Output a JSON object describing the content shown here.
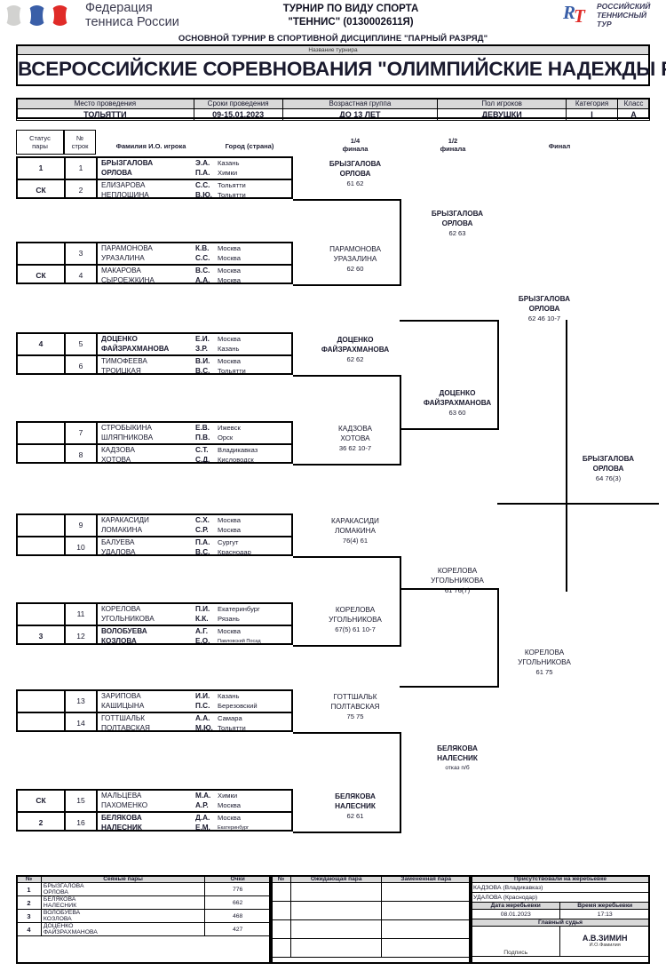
{
  "header": {
    "federation_line1": "Федерация",
    "federation_line2": "тенниса России",
    "sport_title_line1": "ТУРНИР ПО ВИДУ СПОРТА",
    "sport_title_line2": "\"ТЕННИС\" (0130002611Я)",
    "rtt_logo_r": "R",
    "rtt_logo_t": "T",
    "rtt_line1": "РОССИЙСКИЙ",
    "rtt_line2": "ТЕННИСНЫЙ",
    "rtt_line3": "ТУР",
    "colors": {
      "ball_gray": "#d2d2d0",
      "ball_blue": "#3a5fa8",
      "ball_red": "#e02b28",
      "header_band": "#d9d9d9"
    }
  },
  "discipline": "ОСНОВНОЙ ТУРНИР В СПОРТИВНОЙ ДИСЦИПЛИНЕ \"ПАРНЫЙ РАЗРЯД\"",
  "title": {
    "caption": "Название турнира",
    "name": "ВСЕРОССИЙСКИЕ СОРЕВНОВАНИЯ \"ОЛИМПИЙСКИЕ НАДЕЖДЫ РОССИИ\""
  },
  "info_table": {
    "headers": [
      "Место проведения",
      "Сроки проведения",
      "Возрастная группа",
      "Пол игроков",
      "Категория",
      "Класс"
    ],
    "values": [
      "ТОЛЬЯТТИ",
      "09-15.01.2023",
      "ДО 13 ЛЕТ",
      "ДЕВУШКИ",
      "I",
      "A"
    ]
  },
  "bracket_headers": {
    "status": "Статус\nпары",
    "status_l1": "Статус",
    "status_l2": "пары",
    "rowno_l1": "№",
    "rowno_l2": "строк",
    "player_name": "Фамилия И.О. игрока",
    "city": "Город (страна)",
    "quarter_l1": "1/4",
    "quarter_l2": "финала",
    "semi_l1": "1/2",
    "semi_l2": "финала",
    "final": "Финал"
  },
  "entries": [
    {
      "status": "1",
      "no": "1",
      "bold": true,
      "p1": {
        "surname": "БРЫЗГАЛОВА",
        "initials": "Э.А.",
        "city": "Казань"
      },
      "p2": {
        "surname": "ОРЛОВА",
        "initials": "П.А.",
        "city": "Химки"
      }
    },
    {
      "status": "СК",
      "no": "2",
      "bold": false,
      "p1": {
        "surname": "ЕЛИЗАРОВА",
        "initials": "С.С.",
        "city": "Тольятти"
      },
      "p2": {
        "surname": "НЕПЛОШИНА",
        "initials": "В.Ю.",
        "city": "Тольятти"
      }
    },
    {
      "status": "",
      "no": "3",
      "bold": false,
      "p1": {
        "surname": "ПАРАМОНОВА",
        "initials": "К.В.",
        "city": "Москва"
      },
      "p2": {
        "surname": "УРАЗАЛИНА",
        "initials": "С.С.",
        "city": "Москва"
      }
    },
    {
      "status": "СК",
      "no": "4",
      "bold": false,
      "p1": {
        "surname": "МАКАРОВА",
        "initials": "В.С.",
        "city": "Москва"
      },
      "p2": {
        "surname": "СЫРОЕЖКИНА",
        "initials": "А.А.",
        "city": "Москва"
      }
    },
    {
      "status": "4",
      "no": "5",
      "bold": true,
      "p1": {
        "surname": "ДОЦЕНКО",
        "initials": "Е.И.",
        "city": "Москва"
      },
      "p2": {
        "surname": "ФАЙЗРАХМАНОВА",
        "initials": "З.Р.",
        "city": "Казань"
      }
    },
    {
      "status": "",
      "no": "6",
      "bold": false,
      "p1": {
        "surname": "ТИМОФЕЕВА",
        "initials": "В.И.",
        "city": "Москва"
      },
      "p2": {
        "surname": "ТРОИЦКАЯ",
        "initials": "В.С.",
        "city": "Тольятти"
      }
    },
    {
      "status": "",
      "no": "7",
      "bold": false,
      "p1": {
        "surname": "СТРОБЫКИНА",
        "initials": "Е.В.",
        "city": "Ижевск"
      },
      "p2": {
        "surname": "ШЛЯПНИКОВА",
        "initials": "П.В.",
        "city": "Орск"
      }
    },
    {
      "status": "",
      "no": "8",
      "bold": false,
      "p1": {
        "surname": "КАДЗОВА",
        "initials": "С.Т.",
        "city": "Владикавказ"
      },
      "p2": {
        "surname": "ХОТОВА",
        "initials": "С.Д.",
        "city": "Кисловодск"
      }
    },
    {
      "status": "",
      "no": "9",
      "bold": false,
      "p1": {
        "surname": "КАРАКАСИДИ",
        "initials": "С.Х.",
        "city": "Москва"
      },
      "p2": {
        "surname": "ЛОМАКИНА",
        "initials": "С.Р.",
        "city": "Москва"
      }
    },
    {
      "status": "",
      "no": "10",
      "bold": false,
      "p1": {
        "surname": "БАЛУЕВА",
        "initials": "П.А.",
        "city": "Сургут"
      },
      "p2": {
        "surname": "УДАЛОВА",
        "initials": "В.С.",
        "city": "Краснодар"
      }
    },
    {
      "status": "",
      "no": "11",
      "bold": false,
      "p1": {
        "surname": "КОРЕЛОВА",
        "initials": "П.И.",
        "city": "Екатеринбург"
      },
      "p2": {
        "surname": "УГОЛЬНИКОВА",
        "initials": "К.К.",
        "city": "Рязань"
      }
    },
    {
      "status": "3",
      "no": "12",
      "bold": true,
      "p1": {
        "surname": "ВОЛОБУЕВА",
        "initials": "А.Г.",
        "city": "Москва"
      },
      "p2": {
        "surname": "КОЗЛОВА",
        "initials": "Е.О.",
        "city": "Павловский Посад",
        "tiny": true
      }
    },
    {
      "status": "",
      "no": "13",
      "bold": false,
      "p1": {
        "surname": "ЗАРИПОВА",
        "initials": "И.И.",
        "city": "Казань"
      },
      "p2": {
        "surname": "КАШИЦЫНА",
        "initials": "П.С.",
        "city": "Березовский"
      }
    },
    {
      "status": "",
      "no": "14",
      "bold": false,
      "p1": {
        "surname": "ГОТТШАЛЬК",
        "initials": "А.А.",
        "city": "Самара"
      },
      "p2": {
        "surname": "ПОЛТАВСКАЯ",
        "initials": "М.Ю.",
        "city": "Тольятти"
      }
    },
    {
      "status": "СК",
      "no": "15",
      "bold": false,
      "p1": {
        "surname": "МАЛЬЦЕВА",
        "initials": "М.А.",
        "city": "Химки"
      },
      "p2": {
        "surname": "ПАХОМЕНКО",
        "initials": "А.Р.",
        "city": "Москва"
      }
    },
    {
      "status": "2",
      "no": "16",
      "bold": true,
      "p1": {
        "surname": "БЕЛЯКОВА",
        "initials": "Д.А.",
        "city": "Москва"
      },
      "p2": {
        "surname": "НАЛЕСНИК",
        "initials": "Е.М.",
        "city": "Екатеринбург",
        "tiny": true
      }
    }
  ],
  "round_quarter": [
    {
      "l1": "БРЫЗГАЛОВА",
      "l2": "ОРЛОВА",
      "score": "61 62",
      "bold": true
    },
    {
      "l1": "ПАРАМОНОВА",
      "l2": "УРАЗАЛИНА",
      "score": "62 60",
      "bold": false
    },
    {
      "l1": "ДОЦЕНКО",
      "l2": "ФАЙЗРАХМАНОВА",
      "score": "62 62",
      "bold": true
    },
    {
      "l1": "КАДЗОВА",
      "l2": "ХОТОВА",
      "score": "36 62 10-7",
      "bold": false
    },
    {
      "l1": "КАРАКАСИДИ",
      "l2": "ЛОМАКИНА",
      "score": "76(4) 61",
      "bold": false
    },
    {
      "l1": "КОРЕЛОВА",
      "l2": "УГОЛЬНИКОВА",
      "score": "67(5) 61 10-7",
      "bold": false
    },
    {
      "l1": "ГОТТШАЛЬК",
      "l2": "ПОЛТАВСКАЯ",
      "score": "75 75",
      "bold": false
    },
    {
      "l1": "БЕЛЯКОВА",
      "l2": "НАЛЕСНИК",
      "score": "62 61",
      "bold": true
    }
  ],
  "round_semi": [
    {
      "l1": "БРЫЗГАЛОВА",
      "l2": "ОРЛОВА",
      "score": "62 63",
      "bold": true
    },
    {
      "l1": "ДОЦЕНКО",
      "l2": "ФАЙЗРАХМАНОВА",
      "score": "63 60",
      "bold": true
    },
    {
      "l1": "КОРЕЛОВА",
      "l2": "УГОЛЬНИКОВА",
      "score": "61 76(7)",
      "bold": false
    },
    {
      "l1": "БЕЛЯКОВА",
      "l2": "НАЛЕСНИК",
      "score": "отказ п/б",
      "bold": true
    }
  ],
  "round_final4": [
    {
      "l1": "БРЫЗГАЛОВА",
      "l2": "ОРЛОВА",
      "score": "62 46 10-7",
      "bold": true
    },
    {
      "l1": "КОРЕЛОВА",
      "l2": "УГОЛЬНИКОВА",
      "score": "61 75",
      "bold": false
    }
  ],
  "champion": {
    "l1": "БРЫЗГАЛОВА",
    "l2": "ОРЛОВА",
    "score": "64 76(3)",
    "bold": true
  },
  "footer": {
    "seed_headers": [
      "№",
      "Сеяные пары",
      "Очки"
    ],
    "seeds": [
      {
        "no": "1",
        "p1": "БРЫЗГАЛОВА",
        "p2": "ОРЛОВА",
        "points": "776"
      },
      {
        "no": "2",
        "p1": "БЕЛЯКОВА",
        "p2": "НАЛЕСНИК",
        "points": "662"
      },
      {
        "no": "3",
        "p1": "ВОЛОБУЕВА",
        "p2": "КОЗЛОВА",
        "points": "468"
      },
      {
        "no": "4",
        "p1": "ДОЦЕНКО",
        "p2": "ФАЙЗРАХМАНОВА",
        "points": "427"
      }
    ],
    "waiting_headers": [
      "№",
      "Ожидающая пара",
      "Замененная пара"
    ],
    "waiting_rows": [
      {
        "no": "",
        "waiting": "",
        "replaced": ""
      },
      {
        "no": "",
        "waiting": "",
        "replaced": ""
      },
      {
        "no": "",
        "waiting": "",
        "replaced": ""
      },
      {
        "no": "",
        "waiting": "",
        "replaced": ""
      }
    ],
    "present_title": "Присутствовали на жеребьевке",
    "present": [
      "КАДЗОВА (Владикавказ)",
      "УДАЛОВА (Краснодар)"
    ],
    "draw_date_label": "Дата жеребьевки",
    "draw_time_label": "Время жеребьевки",
    "draw_date": "08.01.2023",
    "draw_time": "17:13",
    "referee_label": "Главный судья",
    "signature_label": "Подпись",
    "referee_name": "А.В.ЗИМИН",
    "referee_caption": "И.О.Фамилия"
  }
}
